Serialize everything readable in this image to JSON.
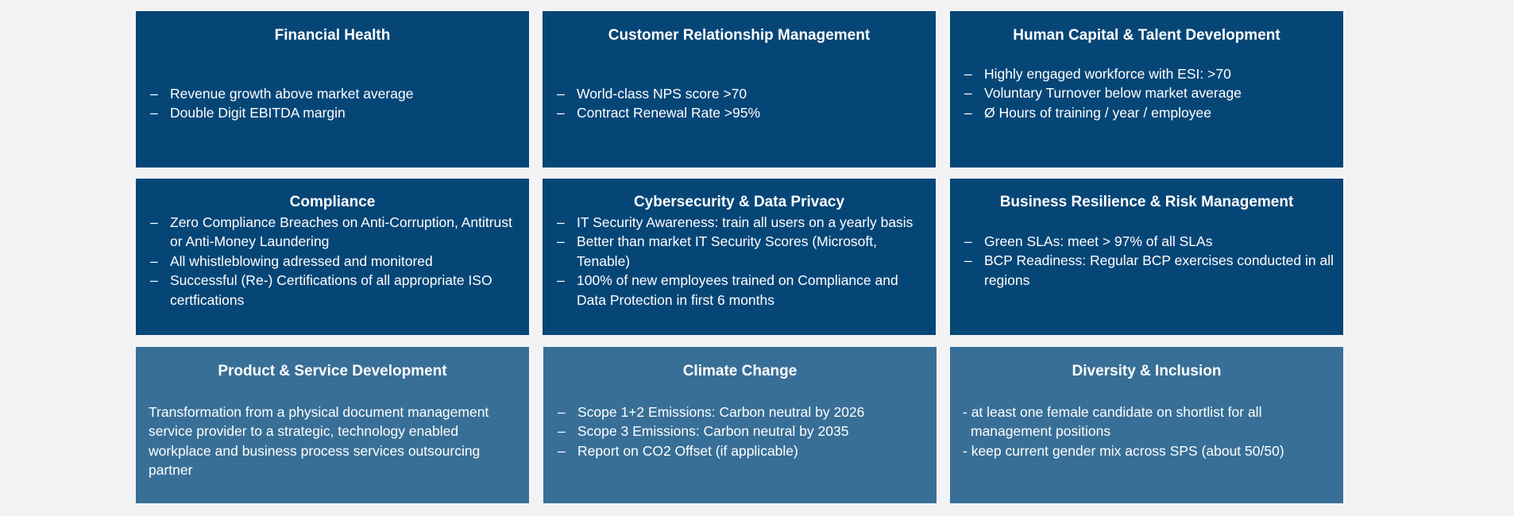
{
  "cards": [
    {
      "title": "Financial Health",
      "items": [
        "Revenue growth above market average",
        "Double Digit EBITDA margin"
      ]
    },
    {
      "title": "Customer Relationship Management",
      "items": [
        "World-class NPS score >70",
        "Contract Renewal Rate >95%"
      ]
    },
    {
      "title": "Human Capital & Talent Development",
      "items": [
        "Highly engaged workforce with ESI: >70",
        "Voluntary Turnover below market average",
        "Ø Hours of training / year / employee"
      ]
    },
    {
      "title": "Compliance",
      "items": [
        "Zero Compliance Breaches on Anti-Corruption, Antitrust or Anti-Money Laundering",
        "All whistleblowing adressed and monitored",
        "Successful (Re-) Certifications of all appropriate ISO certfications"
      ]
    },
    {
      "title": "Cybersecurity & Data Privacy",
      "items": [
        "IT Security Awareness: train all users on a yearly basis",
        "Better than market IT Security Scores (Microsoft, Tenable)",
        "100% of new employees trained on Compliance and Data Protection in first 6 months"
      ]
    },
    {
      "title": "Business Resilience & Risk Management",
      "items": [
        "Green SLAs: meet > 97% of all SLAs",
        "BCP Readiness: Regular BCP exercises conducted in all regions"
      ]
    },
    {
      "title": "Product & Service Development",
      "text": "Transformation from a physical document management service provider to a strategic, technology enabled workplace and business process services outsourcing partner"
    },
    {
      "title": "Climate Change",
      "items": [
        "Scope 1+2 Emissions: Carbon neutral by 2026",
        "Scope 3 Emissions: Carbon neutral by 2035",
        "Report on CO2 Offset (if applicable)"
      ]
    },
    {
      "title": "Diversity & Inclusion",
      "items": [
        "- at least one female candidate on shortlist for all management positions",
        "- keep current gender mix across SPS (about 50/50)"
      ]
    }
  ],
  "bullet_char": "–",
  "colors": {
    "dark_card": "#064677",
    "light_card": "#386f97",
    "background": "#f3f3f5",
    "text": "#ffffff"
  }
}
